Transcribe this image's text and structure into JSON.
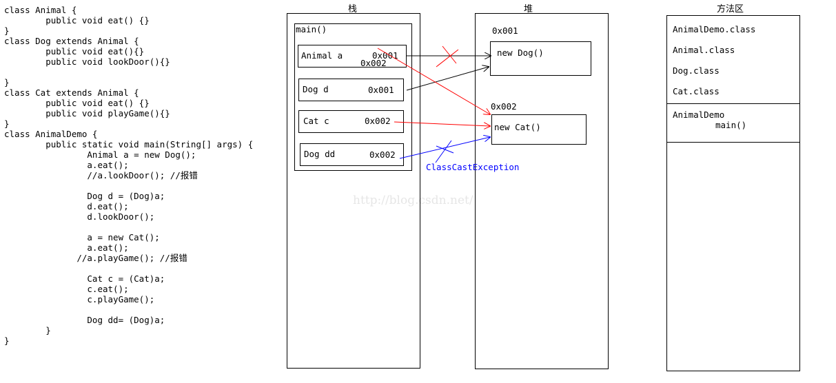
{
  "code": {
    "lines": [
      "class Animal {",
      "        public void eat() {}",
      "}",
      "class Dog extends Animal {",
      "        public void eat(){}",
      "        public void lookDoor(){}",
      "",
      "}",
      "class Cat extends Animal {",
      "        public void eat() {}",
      "        public void playGame(){}",
      "}",
      "class AnimalDemo {",
      "        public static void main(String[] args) {",
      "                Animal a = new Dog();",
      "                a.eat();",
      "                //a.lookDoor(); //报错",
      "",
      "                Dog d = (Dog)a;",
      "                d.eat();",
      "                d.lookDoor();",
      "",
      "                a = new Cat();",
      "                a.eat();",
      "              //a.playGame(); //报错",
      "",
      "                Cat c = (Cat)a;",
      "                c.eat();",
      "                c.playGame();",
      "",
      "                Dog dd= (Dog)a;",
      "        }",
      "}"
    ]
  },
  "stack": {
    "title": "栈",
    "frame_label": "main()",
    "vars": [
      {
        "name": "Animal a",
        "addr": "0x001",
        "addr_overwritten": "0x002"
      },
      {
        "name": "Dog d",
        "addr": "0x001"
      },
      {
        "name": "Cat c",
        "addr": "0x002"
      },
      {
        "name": "Dog dd",
        "addr": "0x002"
      }
    ]
  },
  "heap": {
    "title": "堆",
    "objects": [
      {
        "addr": "0x001",
        "label": "new Dog()"
      },
      {
        "addr": "0x002",
        "label": "new Cat()"
      }
    ]
  },
  "method_area": {
    "title": "方法区",
    "classes": [
      "AnimalDemo.class",
      "Animal.class",
      "Dog.class",
      "Cat.class"
    ],
    "method_owner": "AnimalDemo",
    "method_name": "main()"
  },
  "exception_label": "ClassCastException",
  "watermark": "http://blog.csdn.net/",
  "colors": {
    "reference_valid": "#000000",
    "reference_cat": "#ff0000",
    "reference_error": "#0000ff",
    "cross_mark": "#ff0000"
  }
}
